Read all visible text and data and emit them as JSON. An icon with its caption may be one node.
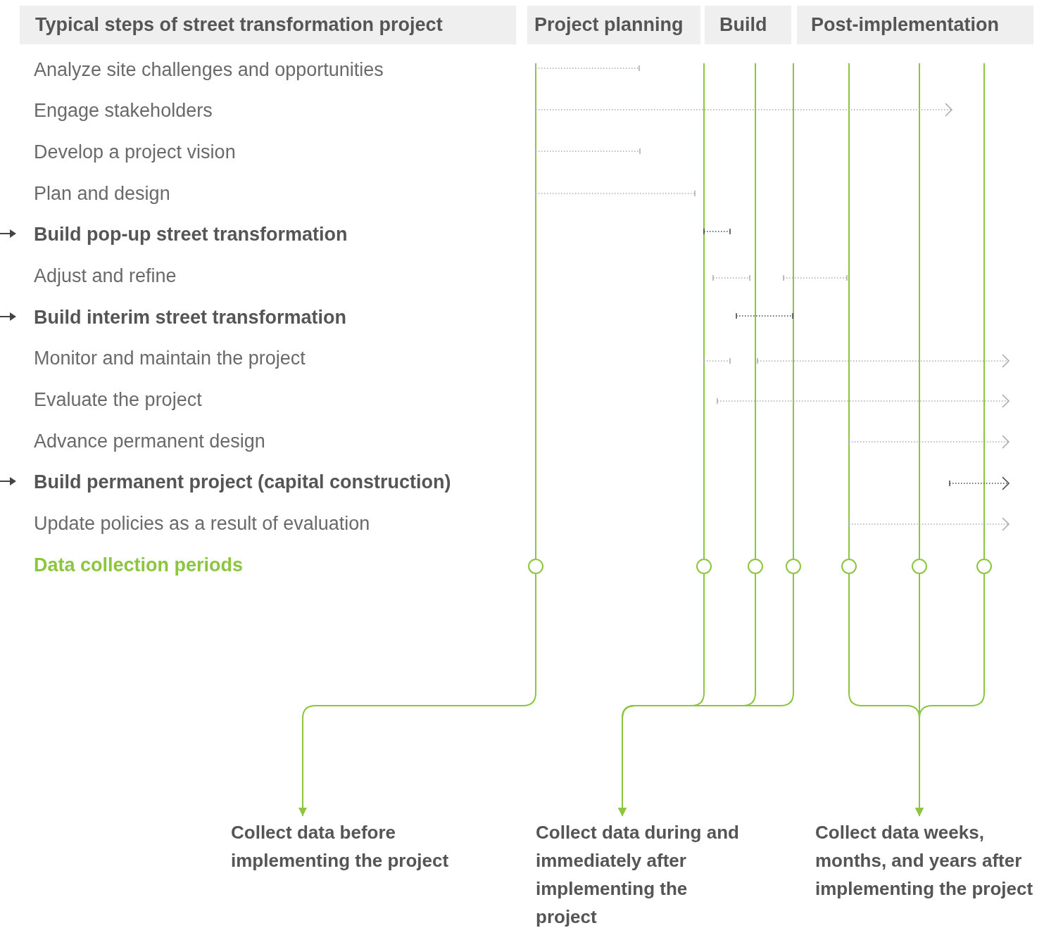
{
  "diagram": {
    "nodes": [
      {
        "text": [
          "Typical steps of street transformation project"
        ]
      },
      {
        "text": [
          "Project planning"
        ]
      },
      {
        "text": [
          "Build"
        ]
      },
      {
        "text": [
          "Post-implementation"
        ]
      },
      {
        "text": [],
        "shape": "circle"
      },
      {
        "text": [],
        "shape": "circle"
      },
      {
        "text": [],
        "shape": "circle"
      },
      {
        "text": [],
        "shape": "circle"
      },
      {
        "text": [],
        "shape": "circle"
      },
      {
        "text": [],
        "shape": "circle"
      },
      {
        "text": [],
        "shape": "circle"
      },
      {
        "text": [
          "Collect data before implementing the project"
        ]
      },
      {
        "text": [
          "Collect data during and immediately after implementing the project"
        ]
      },
      {
        "text": [
          "Collect data weeks, months, and years after implementing the project"
        ]
      }
    ],
    "edges": [
      {
        "from": 4,
        "to": 11,
        "arrow": "to"
      },
      {
        "from": 5,
        "to": 12,
        "arrow": "to"
      },
      {
        "from": 6,
        "to": 12,
        "arrow": "to"
      },
      {
        "from": 7,
        "to": 12,
        "arrow": "to"
      },
      {
        "from": 8,
        "to": 13,
        "arrow": "to"
      },
      {
        "from": 9,
        "to": 13,
        "arrow": "to"
      },
      {
        "from": 10,
        "to": 13,
        "arrow": "to"
      }
    ],
    "labels": [
      "Analyze site challenges and opportunities",
      "Engage stakeholders",
      "Develop a project vision",
      "Plan and design",
      "Build pop-up street transformation",
      "Adjust and refine",
      "Build interim street transformation",
      "Monitor and maintain the project",
      "Evaluate the project",
      "Advance permanent design",
      "Build permanent project (capital construction)",
      "Update policies as a result of evaluation",
      "Data collection periods"
    ]
  }
}
